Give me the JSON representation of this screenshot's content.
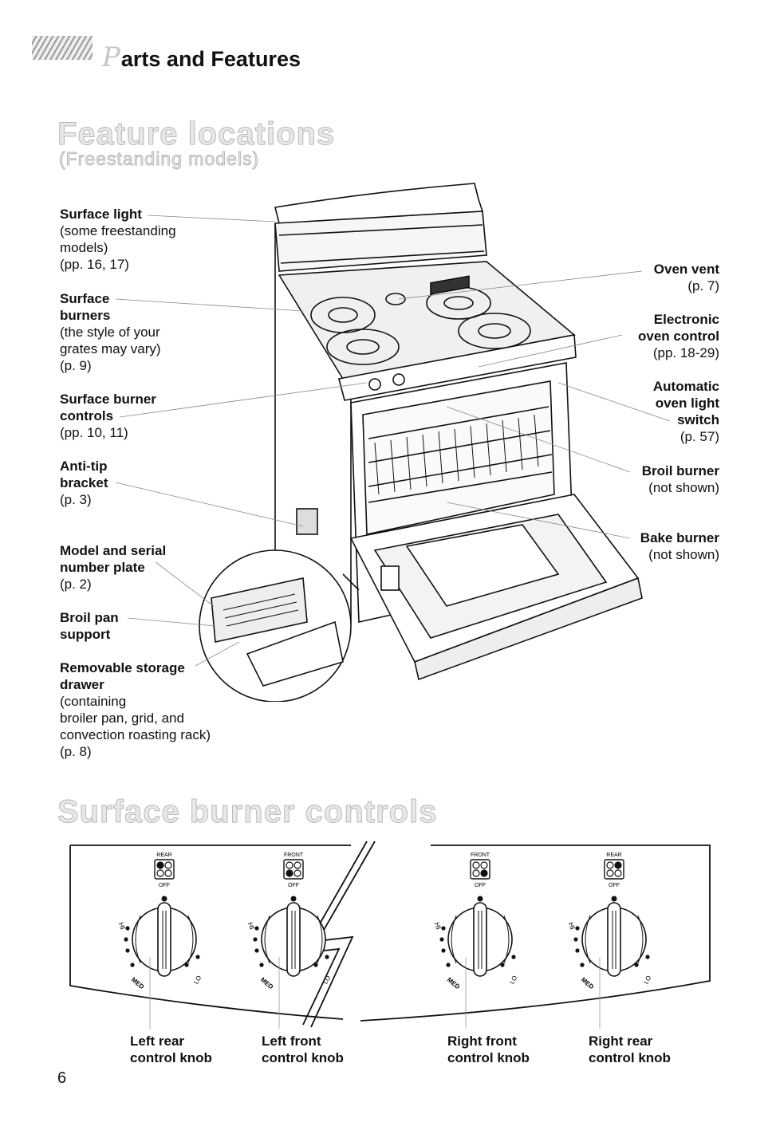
{
  "header": {
    "initial": "P",
    "title_rest": "arts and Features"
  },
  "feature_locations": {
    "title": "Feature locations",
    "subtitle": "(Freestanding models)"
  },
  "left_labels": [
    {
      "bold": [
        "Surface light"
      ],
      "normal": [
        "(some freestanding",
        "models)",
        "(pp. 16, 17)"
      ]
    },
    {
      "bold": [
        "Surface",
        "burners"
      ],
      "normal": [
        "(the style of your",
        "grates may vary)",
        "(p. 9)"
      ]
    },
    {
      "bold": [
        "Surface burner",
        "controls"
      ],
      "normal": [
        "(pp. 10, 11)"
      ]
    },
    {
      "bold": [
        "Anti-tip",
        "bracket"
      ],
      "normal": [
        "(p. 3)"
      ]
    },
    {
      "bold": [
        "Model and serial",
        "number plate"
      ],
      "normal": [
        "(p. 2)"
      ]
    },
    {
      "bold": [
        "Broil pan",
        "support"
      ],
      "normal": []
    },
    {
      "bold": [
        "Removable storage",
        "drawer"
      ],
      "normal": [
        "(containing",
        "broiler pan, grid, and",
        "convection roasting rack)",
        "(p. 8)"
      ]
    }
  ],
  "right_labels": [
    {
      "bold": [
        "Oven vent"
      ],
      "normal": [
        "(p. 7)"
      ]
    },
    {
      "bold": [
        "Electronic",
        "oven control"
      ],
      "normal": [
        "(pp. 18-29)"
      ]
    },
    {
      "bold": [
        "Automatic",
        "oven light",
        "switch"
      ],
      "normal": [
        "(p. 57)"
      ]
    },
    {
      "bold": [
        "Broil burner"
      ],
      "normal": [
        "(not shown)"
      ]
    },
    {
      "bold": [
        "Bake burner"
      ],
      "normal": [
        "(not shown)"
      ]
    }
  ],
  "burner_controls": {
    "title": "Surface burner controls",
    "knobs": [
      {
        "position": "REAR",
        "off": "OFF",
        "hi": "HI",
        "med": "MED",
        "lo": "LO",
        "active": "rear-left",
        "caption": [
          "Left rear",
          "control knob"
        ]
      },
      {
        "position": "FRONT",
        "off": "OFF",
        "hi": "HI",
        "med": "MED",
        "lo": "LO",
        "active": "front-left",
        "caption": [
          "Left front",
          "control knob"
        ]
      },
      {
        "position": "FRONT",
        "off": "OFF",
        "hi": "HI",
        "med": "MED",
        "lo": "LO",
        "active": "front-right",
        "caption": [
          "Right front",
          "control knob"
        ]
      },
      {
        "position": "REAR",
        "off": "OFF",
        "hi": "HI",
        "med": "MED",
        "lo": "LO",
        "active": "rear-right",
        "caption": [
          "Right rear",
          "control knob"
        ]
      }
    ]
  },
  "page_number": "6"
}
